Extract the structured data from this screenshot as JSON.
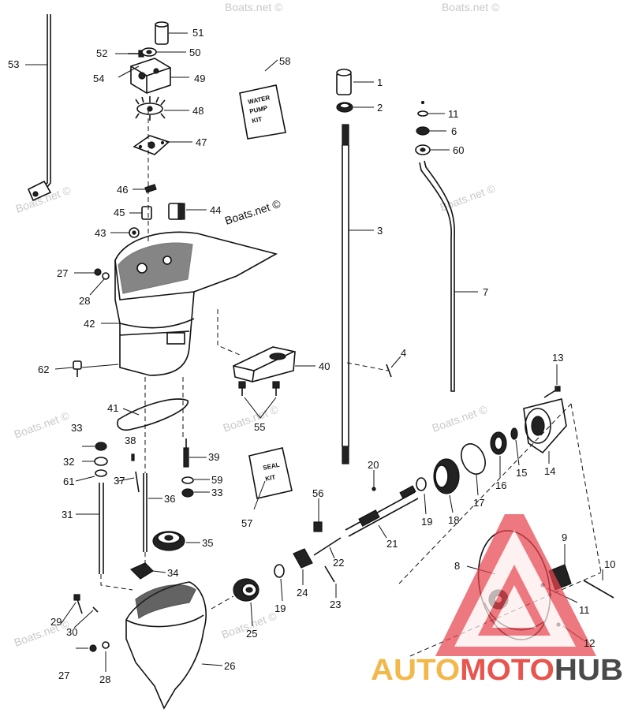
{
  "diagram": {
    "watermark": "Boats.net ©",
    "kits": {
      "water_pump_kit": [
        "WATER",
        "PUMP",
        "KIT"
      ],
      "seal_kit": [
        "SEAL",
        "KIT"
      ]
    },
    "parts": {
      "p1": "1",
      "p2": "2",
      "p3": "3",
      "p4": "4",
      "p6": "6",
      "p7": "7",
      "p8": "8",
      "p9": "9",
      "p10": "10",
      "p11a": "11",
      "p11b": "11",
      "p12": "12",
      "p13": "13",
      "p14": "14",
      "p15": "15",
      "p16": "16",
      "p17": "17",
      "p18": "18",
      "p19a": "19",
      "p19b": "19",
      "p20": "20",
      "p21": "21",
      "p22": "22",
      "p23": "23",
      "p24": "24",
      "p25": "25",
      "p26": "26",
      "p27a": "27",
      "p27b": "27",
      "p28a": "28",
      "p28b": "28",
      "p29": "29",
      "p30": "30",
      "p31": "31",
      "p32": "32",
      "p33a": "33",
      "p33b": "33",
      "p34": "34",
      "p35": "35",
      "p36": "36",
      "p37": "37",
      "p38": "38",
      "p39": "39",
      "p40": "40",
      "p41": "41",
      "p42": "42",
      "p43": "43",
      "p44": "44",
      "p45": "45",
      "p46": "46",
      "p47": "47",
      "p48": "48",
      "p49": "49",
      "p50": "50",
      "p51": "51",
      "p52": "52",
      "p53": "53",
      "p54": "54",
      "p55": "55",
      "p56": "56",
      "p57": "57",
      "p58": "58",
      "p59": "59",
      "p60": "60",
      "p61": "61",
      "p62": "62"
    }
  },
  "branding": {
    "part1": "AUTO",
    "part2": "MOTO",
    "part3": "HUB",
    "color_auto": "#f2b84b",
    "color_moto": "#e8554e",
    "color_hub": "#4a4a4a",
    "logo_color": "#e8454e"
  }
}
